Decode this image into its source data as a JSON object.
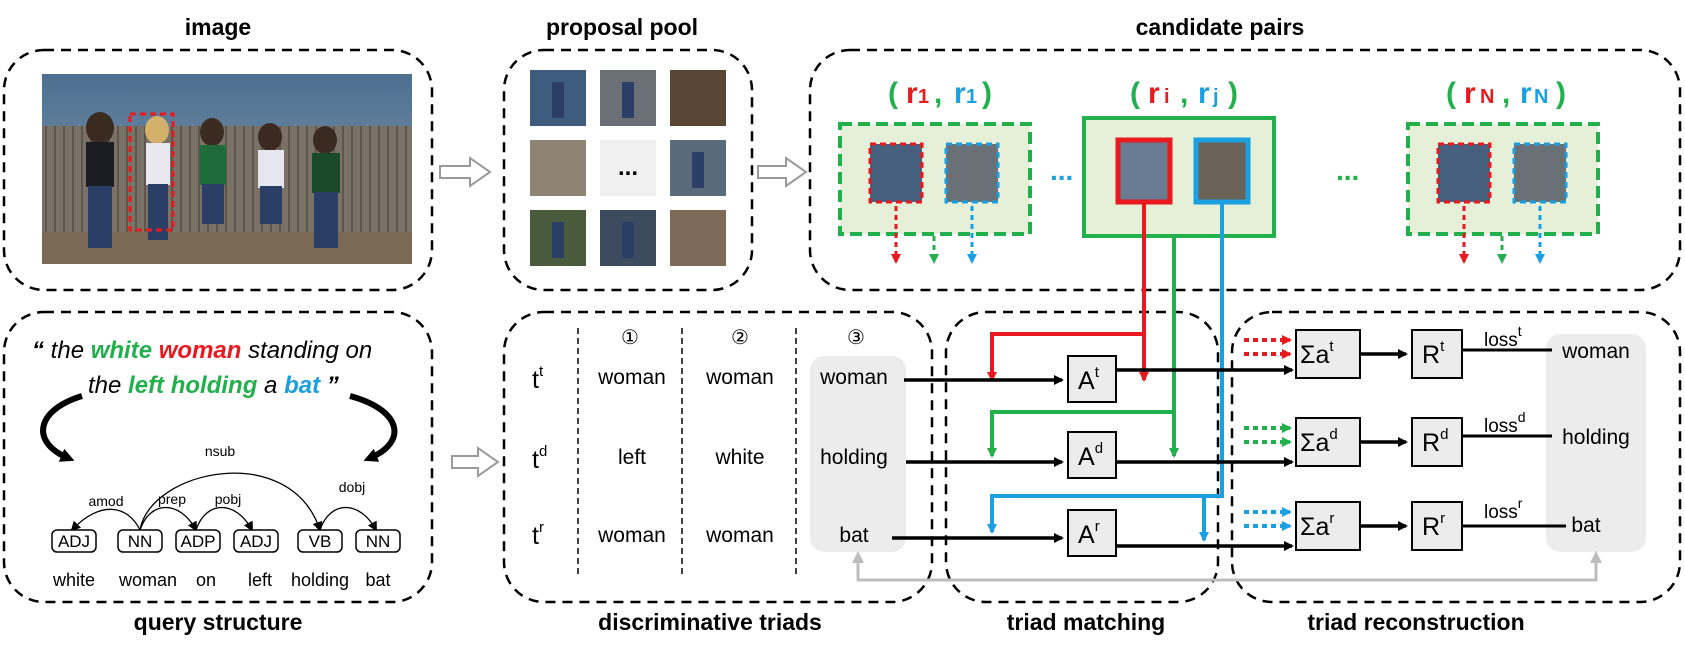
{
  "titles": {
    "image": "image",
    "proposal_pool": "proposal pool",
    "candidate_pairs": "candidate pairs",
    "query_structure": "query structure",
    "discriminative_triads": "discriminative triads",
    "triad_matching": "triad matching",
    "triad_reconstruction": "triad reconstruction"
  },
  "query": {
    "open_quote": "“",
    "close_quote": "”",
    "w1": "the",
    "w2": "white",
    "w3": "woman",
    "w4": "standing on",
    "w5": "the",
    "w6": "left",
    "w7": "holding",
    "w8": "a",
    "w9": "bat"
  },
  "parse": {
    "arcs": [
      "nsub",
      "amod",
      "prep",
      "pobj",
      "dobj"
    ],
    "tags": [
      "ADJ",
      "NN",
      "ADP",
      "ADJ",
      "VB",
      "NN"
    ],
    "words": [
      "white",
      "woman",
      "on",
      "left",
      "holding",
      "bat"
    ]
  },
  "proposal_pool": {
    "ellipsis": "..."
  },
  "candidate_pairs": {
    "p1": {
      "open": "(",
      "r_left": "r",
      "sub_left": "1",
      "comma": ",",
      "r_right": "r",
      "sub_right": "1",
      "close": ")"
    },
    "pi": {
      "open": "(",
      "r_left": "r",
      "sub_left": "i",
      "comma": ",",
      "r_right": "r",
      "sub_right": "j",
      "close": ")"
    },
    "pn": {
      "open": "(",
      "r_left": "r",
      "sub_left": "N",
      "comma": ",",
      "r_right": "r",
      "sub_right": "N",
      "close": ")"
    },
    "dots": "..."
  },
  "triads": {
    "col_numbers": [
      "①",
      "②",
      "③"
    ],
    "row_base": "t",
    "row_sups": [
      "t",
      "d",
      "r"
    ],
    "cells": [
      [
        "woman",
        "woman",
        "woman"
      ],
      [
        "left",
        "white",
        "holding"
      ],
      [
        "woman",
        "woman",
        "bat"
      ]
    ]
  },
  "matching": {
    "base": "A",
    "sups": [
      "t",
      "d",
      "r"
    ]
  },
  "reconstruction": {
    "sum_prefix": "Σa",
    "sum_sups": [
      "t",
      "d",
      "r"
    ],
    "r_base": "R",
    "r_sups": [
      "t",
      "d",
      "r"
    ],
    "loss_base": "loss",
    "loss_sups": [
      "t",
      "d",
      "r"
    ],
    "outputs": [
      "woman",
      "holding",
      "bat"
    ]
  },
  "colors": {
    "red": "#e8191f",
    "green": "#21b04b",
    "blue": "#1a9fe0",
    "light_green": "#e6f0d9",
    "gray_arrow": "#bdbdbd",
    "gray_panel": "#ececec"
  }
}
